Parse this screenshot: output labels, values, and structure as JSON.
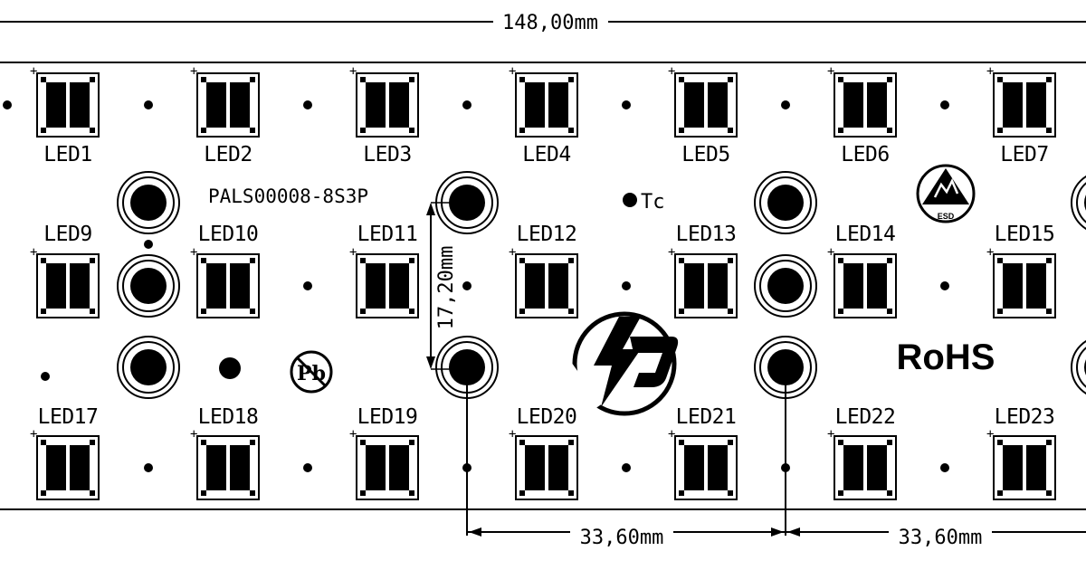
{
  "board": {
    "part_number": "PALS00008-8S3P",
    "tc_label": "Tc",
    "rohs_label": "RoHS",
    "esd_label": "ESD",
    "plus_sign": "+"
  },
  "dimensions": {
    "overall_width": "148,00mm",
    "row_pitch": "17,20mm",
    "pitch_left": "33,60mm",
    "pitch_right": "33,60mm"
  },
  "leds": {
    "row1": [
      "LED1",
      "LED2",
      "LED3",
      "LED4",
      "LED5",
      "LED6",
      "LED7"
    ],
    "row2": [
      "LED9",
      "LED10",
      "LED11",
      "LED12",
      "LED13",
      "LED14",
      "LED15"
    ],
    "row3": [
      "LED17",
      "LED18",
      "LED19",
      "LED20",
      "LED21",
      "LED22",
      "LED23"
    ]
  },
  "icons": {
    "logo": "lightning-brand-logo-icon",
    "pb_free": "lead-free-pb-icon",
    "esd": "esd-warning-hand-icon"
  }
}
